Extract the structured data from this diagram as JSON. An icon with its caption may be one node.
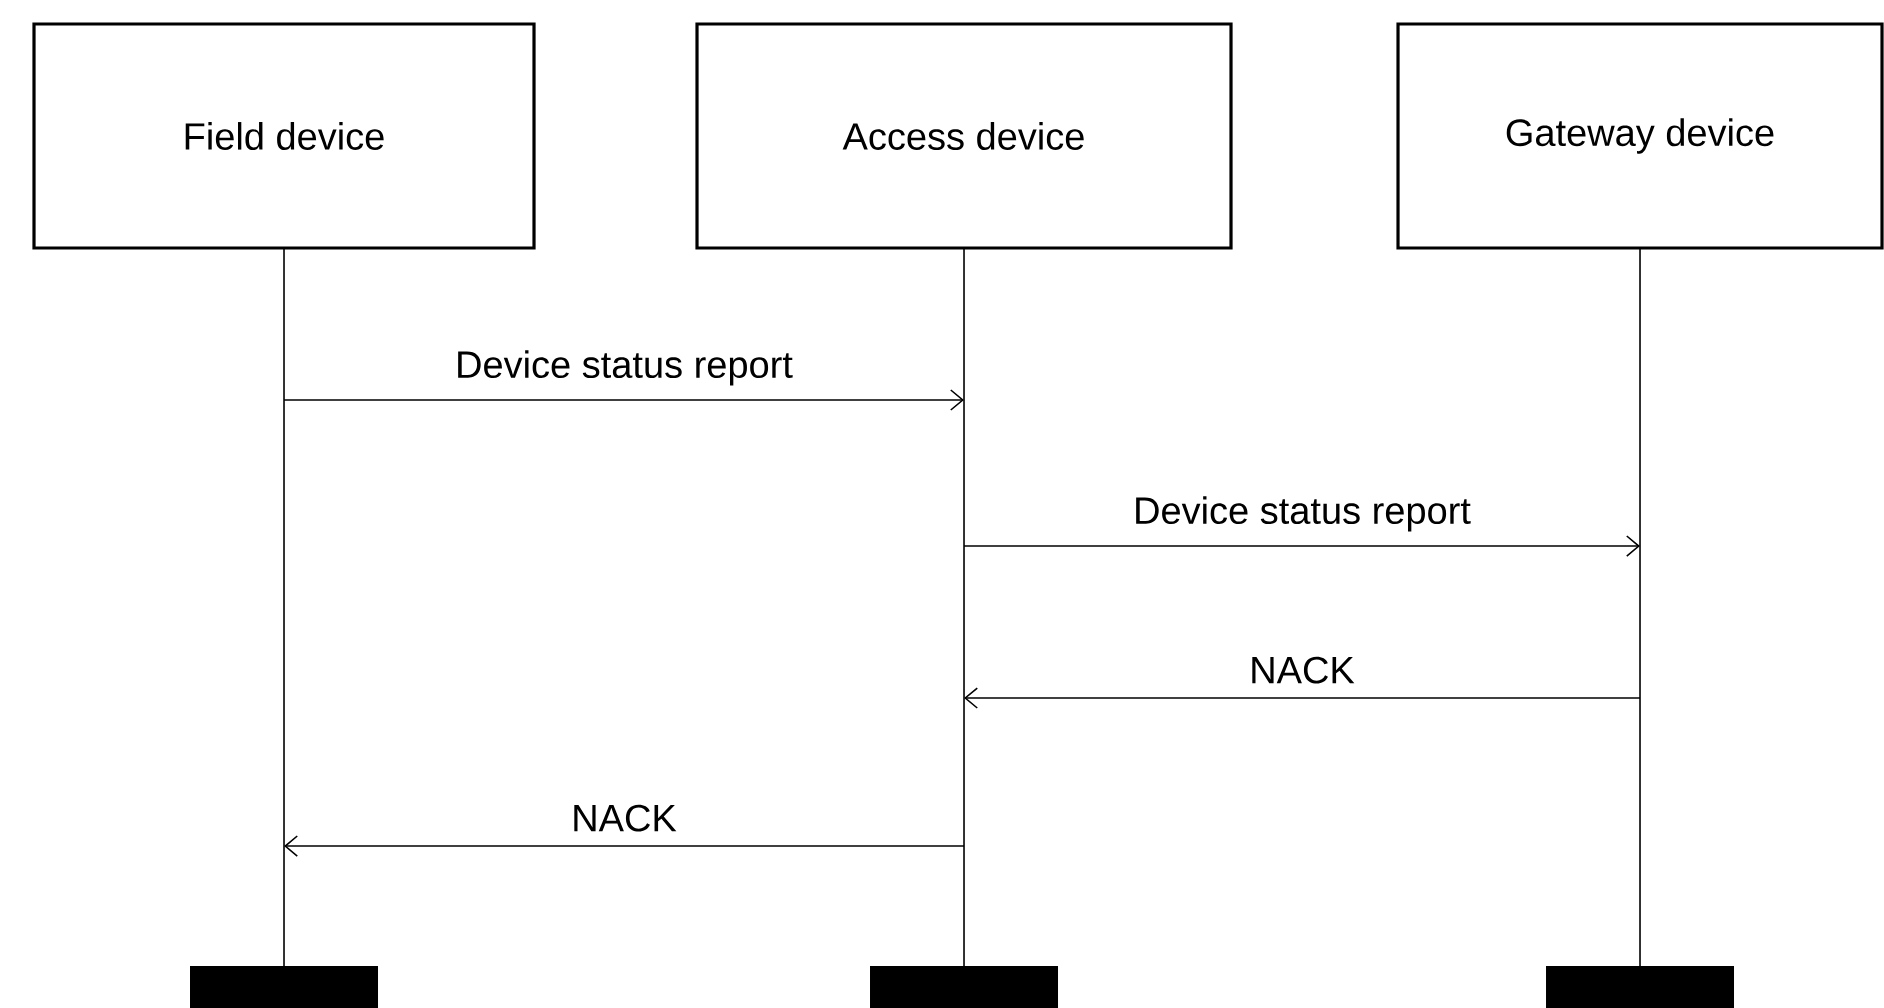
{
  "diagram": {
    "nodes": [
      {
        "text": [
          "Field device"
        ]
      },
      {
        "text": [
          "Access device"
        ]
      },
      {
        "text": [
          "Gateway device"
        ]
      }
    ],
    "edges": [
      {
        "from": 0,
        "to": 1,
        "arrow": "to",
        "label": "Device status report"
      },
      {
        "from": 1,
        "to": 2,
        "arrow": "to",
        "label": "Device status report"
      },
      {
        "from": 2,
        "to": 1,
        "arrow": "to",
        "label": "NACK"
      },
      {
        "from": 1,
        "to": 0,
        "arrow": "to",
        "label": "NACK"
      }
    ]
  }
}
